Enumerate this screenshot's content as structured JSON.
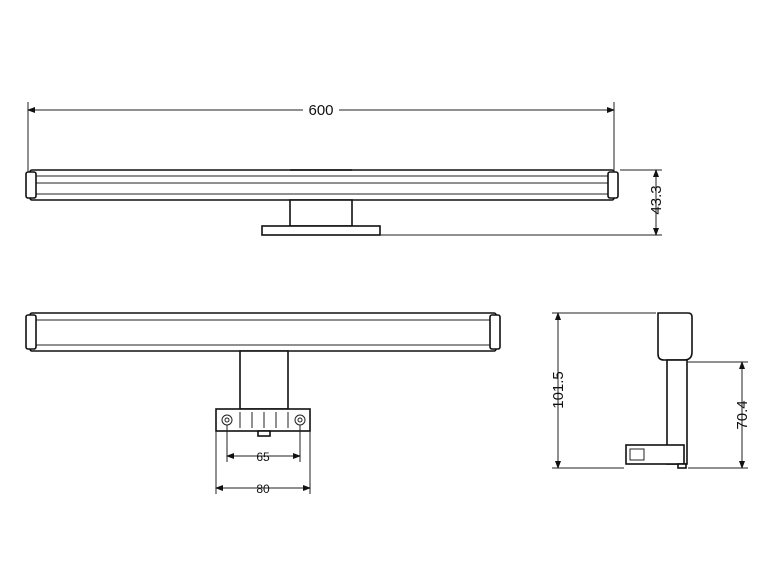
{
  "dimensions": {
    "overall_length": "600",
    "front_height": "43.3",
    "side_height": "101.5",
    "bracket_height": "70.4",
    "inner_width": "65",
    "outer_width": "80"
  }
}
